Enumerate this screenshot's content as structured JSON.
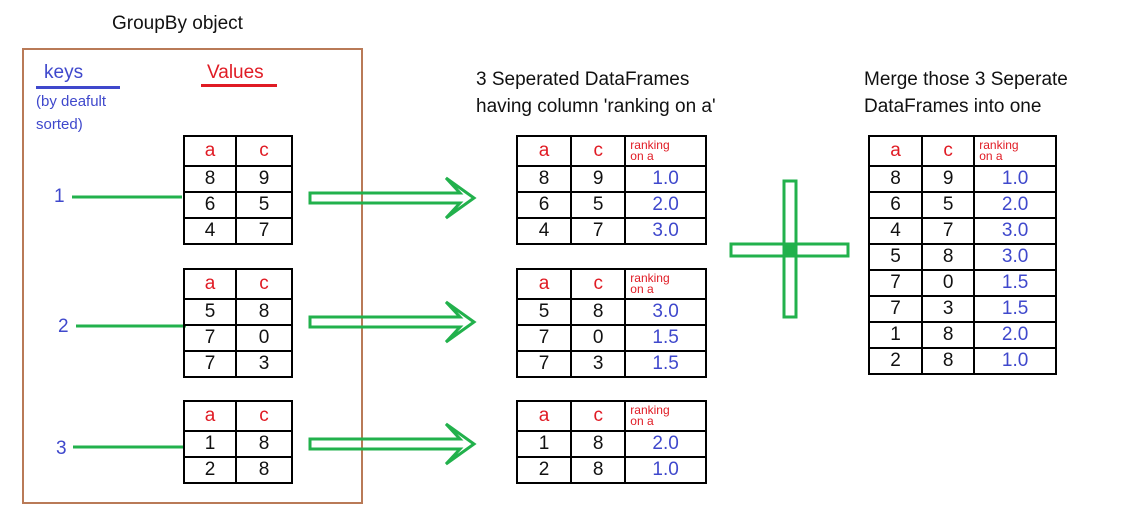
{
  "groupby": {
    "title": "GroupBy object",
    "keys_label": "keys",
    "values_label": "Values",
    "note_line1": "(by deafult",
    "note_line2": "sorted)",
    "keys": [
      "1",
      "2",
      "3"
    ]
  },
  "separated": {
    "heading_line1": "3 Seperated DataFrames",
    "heading_line2": "having column 'ranking on a'"
  },
  "merged": {
    "heading_line1": "Merge those 3 Seperate",
    "heading_line2": "DataFrames into one"
  },
  "table_headers": {
    "a": "a",
    "c": "c",
    "rank_line1": "ranking",
    "rank_line2": "on a"
  },
  "groups": [
    {
      "rows": [
        {
          "a": "8",
          "c": "9",
          "rank": "1.0"
        },
        {
          "a": "6",
          "c": "5",
          "rank": "2.0"
        },
        {
          "a": "4",
          "c": "7",
          "rank": "3.0"
        }
      ]
    },
    {
      "rows": [
        {
          "a": "5",
          "c": "8",
          "rank": "3.0"
        },
        {
          "a": "7",
          "c": "0",
          "rank": "1.5"
        },
        {
          "a": "7",
          "c": "3",
          "rank": "1.5"
        }
      ]
    },
    {
      "rows": [
        {
          "a": "1",
          "c": "8",
          "rank": "2.0"
        },
        {
          "a": "2",
          "c": "8",
          "rank": "1.0"
        }
      ]
    }
  ],
  "merged_rows": [
    {
      "a": "8",
      "c": "9",
      "rank": "1.0"
    },
    {
      "a": "6",
      "c": "5",
      "rank": "2.0"
    },
    {
      "a": "4",
      "c": "7",
      "rank": "3.0"
    },
    {
      "a": "5",
      "c": "8",
      "rank": "3.0"
    },
    {
      "a": "7",
      "c": "0",
      "rank": "1.5"
    },
    {
      "a": "7",
      "c": "3",
      "rank": "1.5"
    },
    {
      "a": "1",
      "c": "8",
      "rank": "2.0"
    },
    {
      "a": "2",
      "c": "8",
      "rank": "1.0"
    }
  ],
  "colors": {
    "frame": "#b97a57",
    "arrow": "#22b14c",
    "keys": "#3f48cc",
    "values": "#e01b24"
  }
}
